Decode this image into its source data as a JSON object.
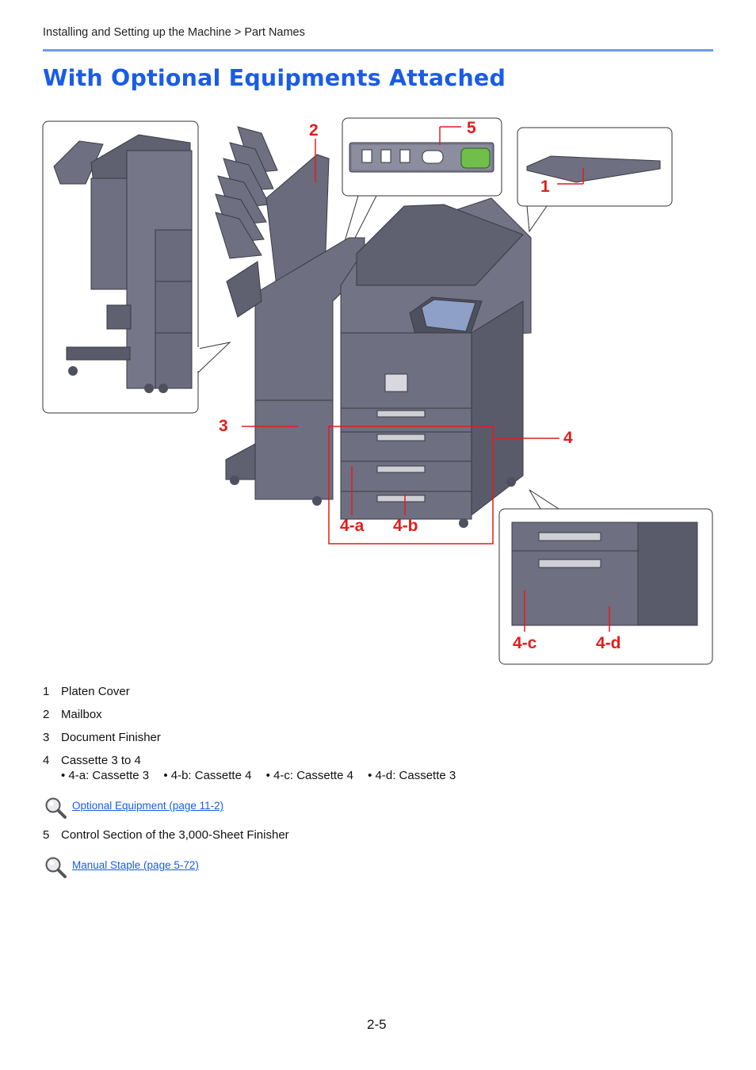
{
  "header": {
    "breadcrumb": "Installing and Setting up the Machine > Part Names",
    "title": "With Optional Equipments Attached"
  },
  "illustration": {
    "callouts": {
      "c1": "1",
      "c2": "2",
      "c3": "3",
      "c4": "4",
      "c5": "5",
      "c4a": "4-a",
      "c4b": "4-b",
      "c4c": "4-c",
      "c4d": "4-d"
    },
    "colors": {
      "callout": "#e51c1c",
      "machine_body": "#6e6f80",
      "machine_dark": "#4f505f",
      "machine_light": "#8a8b9c"
    }
  },
  "parts": [
    {
      "num": "1",
      "label": "Platen Cover"
    },
    {
      "num": "2",
      "label": "Mailbox"
    },
    {
      "num": "3",
      "label": "Document Finisher"
    },
    {
      "num": "4",
      "label": "Cassette 3 to 4"
    },
    {
      "num": "5",
      "label": "Control Section of the 3,000-Sheet Finisher"
    }
  ],
  "cassette_subs": [
    "• 4-a: Cassette 3",
    "• 4-b: Cassette 4",
    "• 4-c: Cassette 4",
    "• 4-d: Cassette 3"
  ],
  "references": [
    {
      "link": "Optional Equipment (page 11-2)",
      "icon": "magnifier-icon"
    },
    {
      "link": "Manual Staple (page 5-72)",
      "icon": "magnifier-icon"
    }
  ],
  "page_number": "2-5"
}
